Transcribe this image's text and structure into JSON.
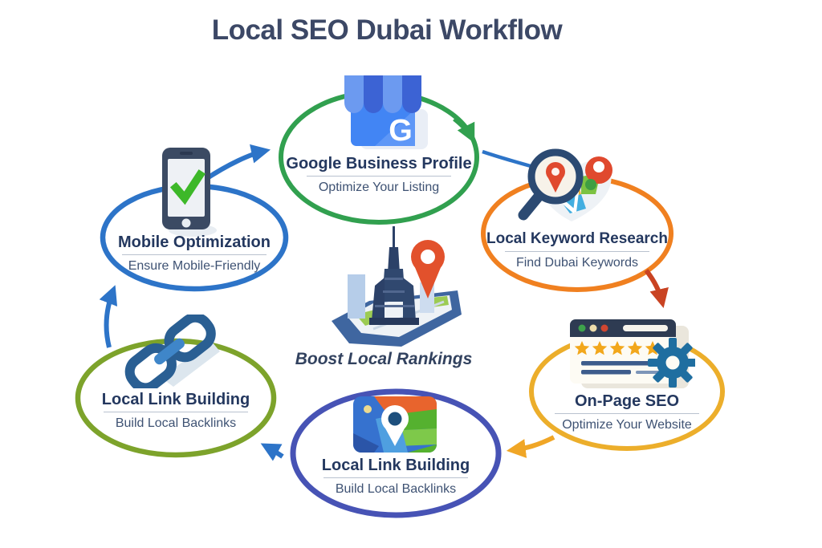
{
  "title": "Local SEO Dubai Workflow",
  "center": {
    "caption": "Boost Local Rankings",
    "icon": "dubai-skyline-map-pin-icon"
  },
  "nodes": [
    {
      "id": "google-business-profile",
      "title": "Google Business Profile",
      "subtitle": "Optimize Your Listing",
      "ring_color": "#31a04f",
      "icon": "storefront-g-icon"
    },
    {
      "id": "local-keyword-research",
      "title": "Local Keyword Research",
      "subtitle": "Find Dubai Keywords",
      "ring_color": "#f08020",
      "icon": "magnifier-map-pin-icon"
    },
    {
      "id": "on-page-seo",
      "title": "On-Page SEO",
      "subtitle": "Optimize Your Website",
      "ring_color": "#ecae2b",
      "icon": "browser-stars-gear-icon"
    },
    {
      "id": "local-link-building-bottom",
      "title": "Local Link Building",
      "subtitle": "Build Local Backlinks",
      "ring_color": "#4753b5",
      "icon": "map-pin-card-icon"
    },
    {
      "id": "local-link-building-left",
      "title": "Local Link Building",
      "subtitle": "Build Local Backlinks",
      "ring_color": "#7da32b",
      "icon": "chain-links-icon"
    },
    {
      "id": "mobile-optimization",
      "title": "Mobile Optimization",
      "subtitle": "Ensure Mobile-Friendly",
      "ring_color": "#2d74c8",
      "icon": "smartphone-check-icon"
    }
  ],
  "arrows": [
    {
      "from": "mobile-optimization",
      "to": "google-business-profile",
      "color": "#2d74c8"
    },
    {
      "from": "google-business-profile",
      "to": "local-keyword-research",
      "color": "#31a04f"
    },
    {
      "from": "google-business-profile",
      "to": "local-keyword-research",
      "color": "#2d74c8"
    },
    {
      "from": "local-keyword-research",
      "to": "on-page-seo",
      "color": "#c94322"
    },
    {
      "from": "on-page-seo",
      "to": "local-link-building-bottom",
      "color": "#f0a626"
    },
    {
      "from": "local-link-building-bottom",
      "to": "local-link-building-left",
      "color": "#2d74c8"
    },
    {
      "from": "local-link-building-left",
      "to": "mobile-optimization",
      "color": "#2d74c8"
    }
  ],
  "colors": {
    "background": "#ffffff",
    "title_text": "#3c4866",
    "node_title_text": "#24385f",
    "node_subtitle_text": "#3e5273",
    "divider": "#b9c2cf"
  }
}
